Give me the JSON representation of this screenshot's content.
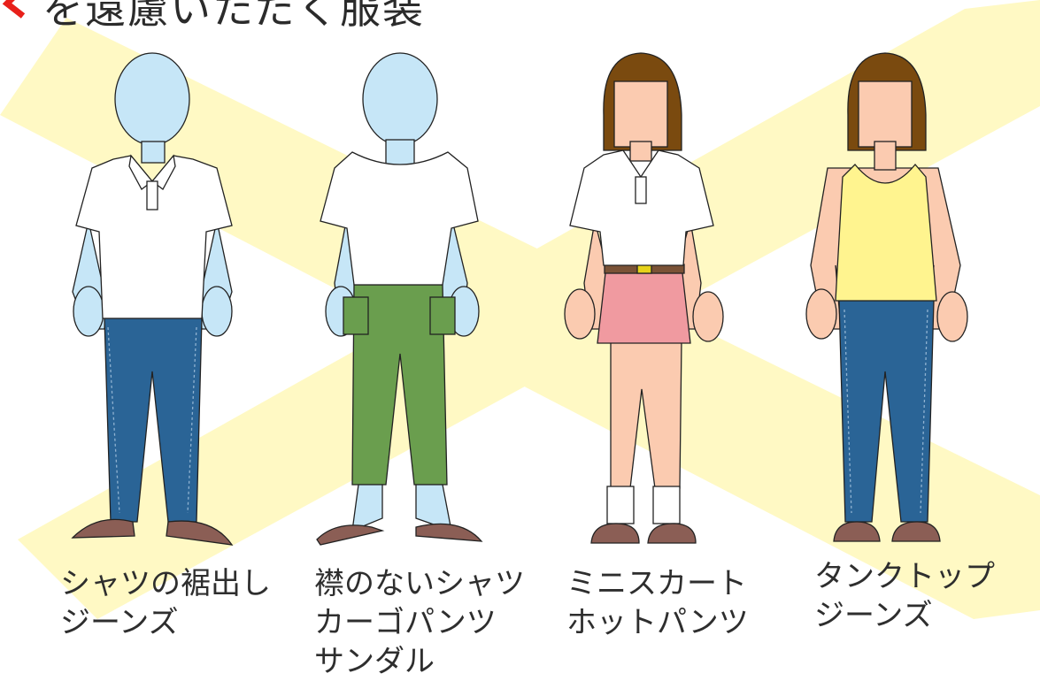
{
  "heading": {
    "text": "を遠慮いただく服装"
  },
  "colors": {
    "band": "#fff9c4",
    "accent": "#e8201a",
    "jeans": "#2a6496",
    "cargo": "#6a9e4e",
    "skirt": "#f09aa0",
    "tank": "#fff48f"
  },
  "figures": [
    {
      "id": "figure-1",
      "lines": [
        "シャツの裾出し",
        "ジーンズ"
      ]
    },
    {
      "id": "figure-2",
      "lines": [
        "襟のないシャツ",
        "カーゴパンツ",
        "サンダル"
      ]
    },
    {
      "id": "figure-3",
      "lines": [
        "ミニスカート",
        "ホットパンツ"
      ]
    },
    {
      "id": "figure-4",
      "lines": [
        "タンクトップ",
        "ジーンズ"
      ]
    }
  ]
}
